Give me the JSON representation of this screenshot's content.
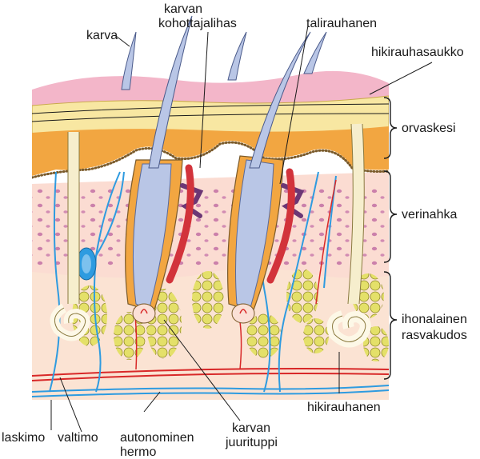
{
  "labels": {
    "karva": "karva",
    "karvan_kohottajalihas_1": "karvan",
    "karvan_kohottajalihas_2": "kohottajalihas",
    "talirauhanen": "talirauhanen",
    "hikirauhasaukko": "hikirauhasaukko",
    "orvaskesi": "orvaskesi",
    "verinahka": "verinahka",
    "ihonalainen_1": "ihonalainen",
    "ihonalainen_2": "rasvakudos",
    "hikirauhanen": "hikirauhanen",
    "laskimo": "laskimo",
    "valtimo": "valtimo",
    "autonominen_1": "autonominen",
    "autonominen_2": "hermo",
    "juurituppi_1": "karvan",
    "juurituppi_2": "juurituppi"
  },
  "colors": {
    "epidermis_top": "#f3b6c9",
    "epidermis_band": "#f8e7a2",
    "epidermis_orange": "#f2a641",
    "dermis": "#fbe0d6",
    "dermis_dots": "#a3358b",
    "fat_cell": "#e4e069",
    "hair": "#b9c6e6",
    "muscle": "#d2333b",
    "gland": "#6c3775",
    "nerve": "#2e9be0",
    "artery": "#d82828",
    "sweat_gland": "#fdf8e7"
  }
}
